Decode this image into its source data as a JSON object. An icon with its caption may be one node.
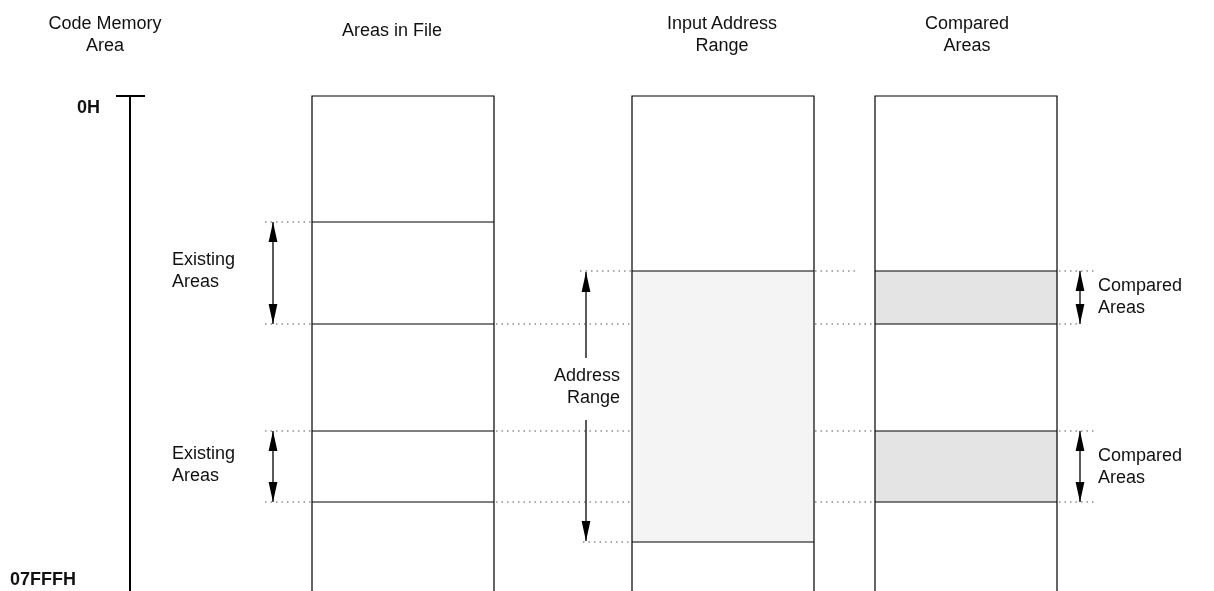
{
  "diagram": {
    "labels": [
      "Code Memory Area",
      "Areas in File",
      "Input Address Range",
      "Compared Areas",
      "0H",
      "Existing Areas",
      "Compared Areas",
      "Address Range",
      "Existing Areas",
      "Compared Areas",
      "07FFFH"
    ]
  }
}
